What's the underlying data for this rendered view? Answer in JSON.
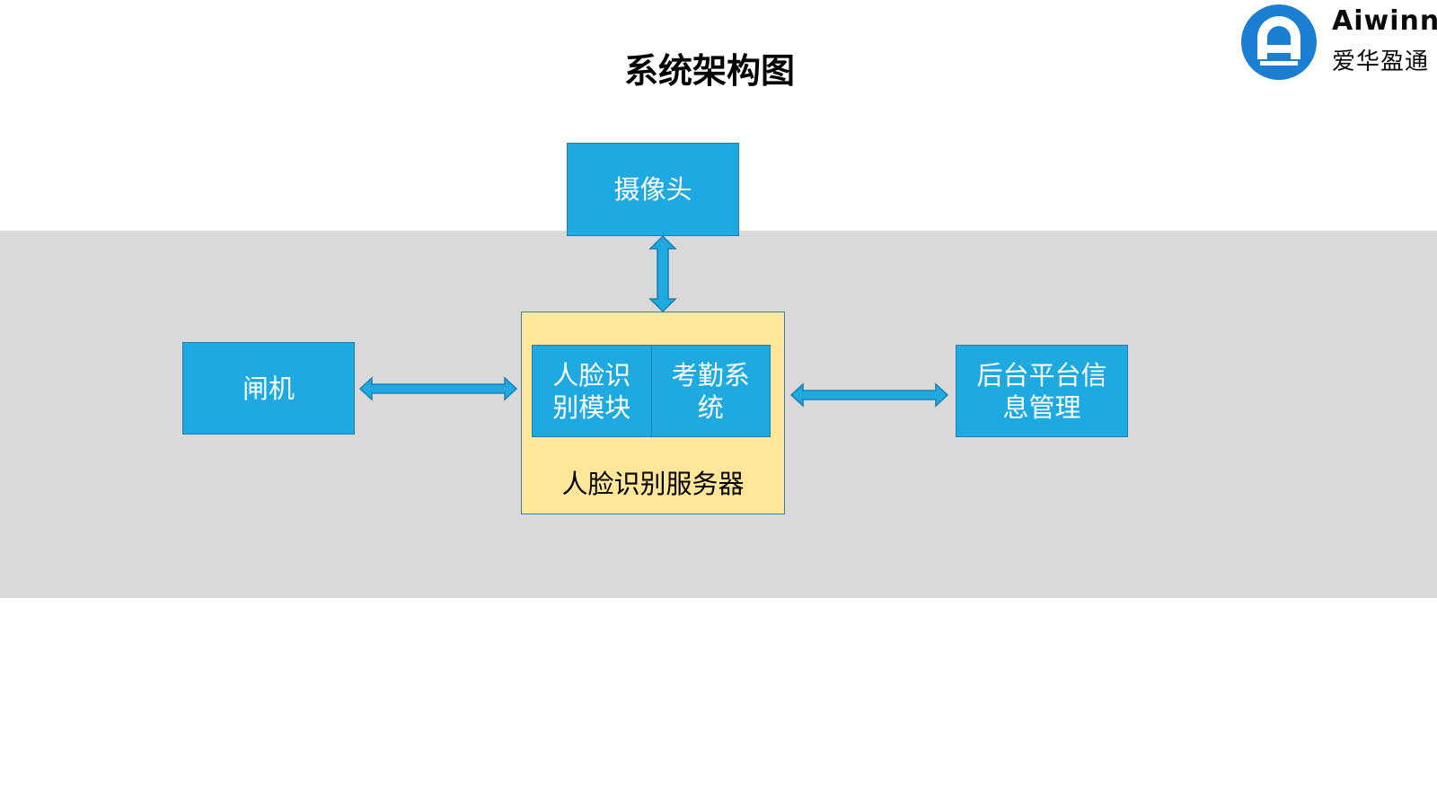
{
  "title": "系统架构图",
  "logo": {
    "brand_en": "Aiwinn",
    "brand_cn": "爱华盈通"
  },
  "nodes": {
    "camera": "摄像头",
    "gate": "闸机",
    "backend": "后台平台信息管理",
    "server": {
      "label": "人脸识别服务器",
      "modules": [
        "人脸识别模块",
        "考勤系统"
      ]
    }
  },
  "colors": {
    "box_blue": "#1ea9e1",
    "server_yellow": "#ffe699",
    "band_gray": "#d9d9d9",
    "logo_blue": "#1a7fd0"
  }
}
